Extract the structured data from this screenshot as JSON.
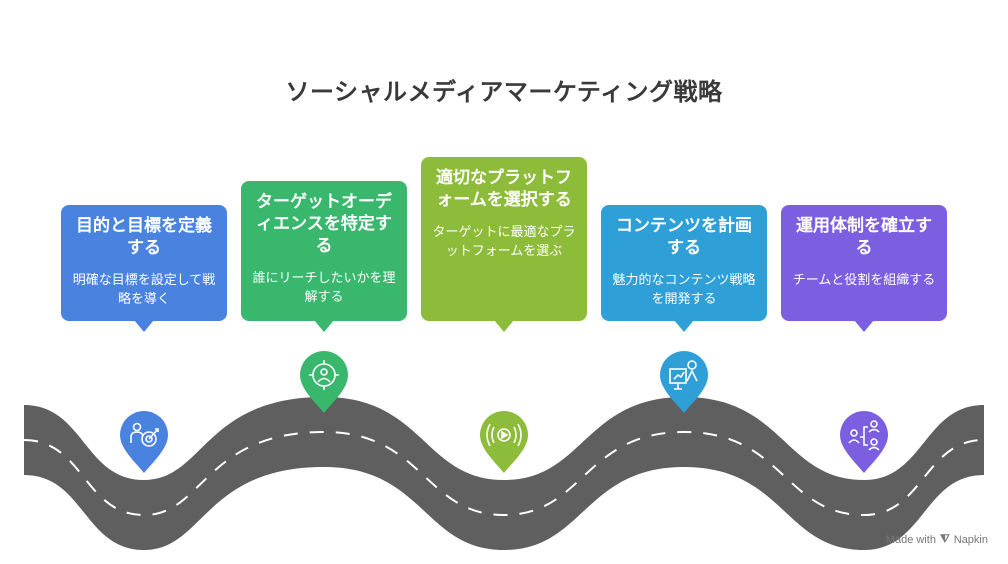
{
  "title": "ソーシャルメディアマーケティング戦略",
  "steps": [
    {
      "title": "目的と目標を定義する",
      "desc": "明確な目標を設定して戦略を導く",
      "color": "#4a83df",
      "icon": "target-person-icon"
    },
    {
      "title": "ターゲットオーディエンスを特定する",
      "desc": "誰にリーチしたいかを理解する",
      "color": "#38b76d",
      "icon": "crosshair-person-icon"
    },
    {
      "title": "適切なプラットフォームを選択する",
      "desc": "ターゲットに最適なプラットフォームを選ぶ",
      "color": "#8dbb3a",
      "icon": "broadcast-icon"
    },
    {
      "title": "コンテンツを計画する",
      "desc": "魅力的なコンテンツ戦略を開発する",
      "color": "#2f9fd8",
      "icon": "presentation-icon"
    },
    {
      "title": "運用体制を確立する",
      "desc": "チームと役割を組織する",
      "color": "#7b5fe0",
      "icon": "org-chart-icon"
    }
  ],
  "road_color": "#5f5f5f",
  "footer": {
    "made_with": "Made with",
    "brand": "Napkin"
  }
}
